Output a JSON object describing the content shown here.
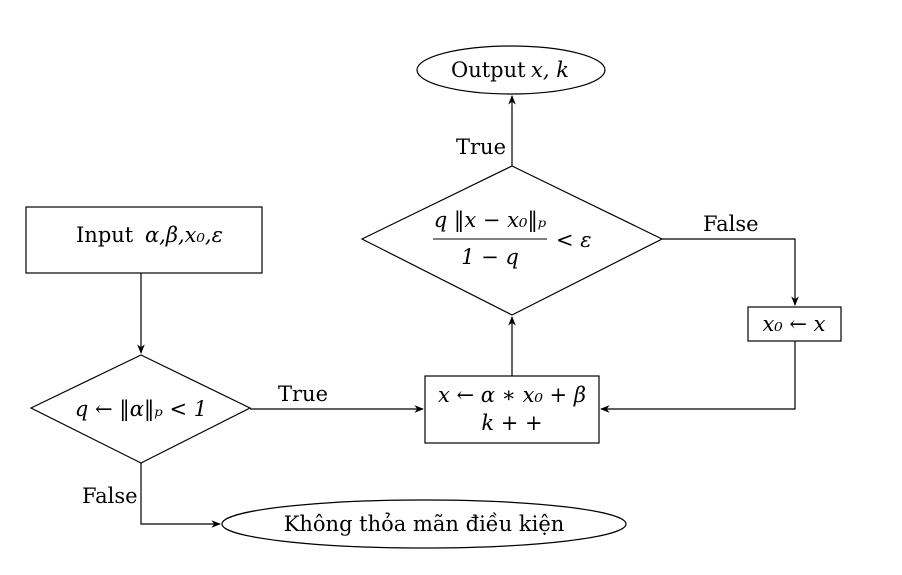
{
  "nodes": {
    "input": {
      "label": "Input",
      "vars": "α,β,x₀,ε"
    },
    "check_q": {
      "text": "q ← ‖α‖ₚ < 1"
    },
    "update": {
      "line1": "x ← α ∗ x₀ + β",
      "line2": "k + +"
    },
    "stop_check": {
      "numerator": "q ‖x − x₀‖ₚ",
      "denominator": "1 − q",
      "rhs": "< ε"
    },
    "output": {
      "label": "Output",
      "vars": "x, k"
    },
    "reassign": {
      "text": "x₀ ← x"
    },
    "fail": {
      "text": "Không thỏa mãn điều kiện"
    }
  },
  "edges": {
    "check_true": "True",
    "check_false": "False",
    "stop_true": "True",
    "stop_false": "False"
  }
}
